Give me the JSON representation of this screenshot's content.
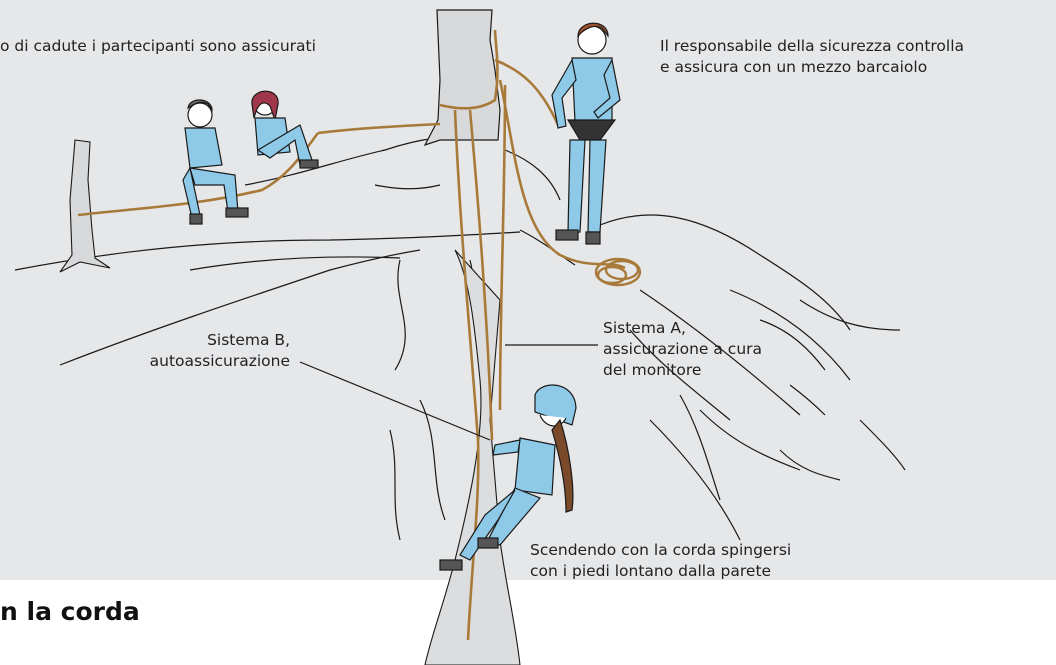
{
  "labels": {
    "top_left": "o di cadute i partecipanti sono assicurati",
    "top_right": [
      "Il responsabile della sicurezza controlla",
      "e assicura con un mezzo barcaiolo"
    ],
    "system_b": [
      "Sistema B,",
      "autoassicurazione"
    ],
    "system_a": [
      "Sistema A,",
      "assicurazione a cura",
      "del monitore"
    ],
    "bottom": [
      "Scendendo con la corda spingersi",
      "con i piedi lontano dalla parete"
    ]
  },
  "heading": "n la corda",
  "colors": {
    "background": "#e6e7e9",
    "rock": "#d8d9db",
    "clothing": "#8ec9e8",
    "rope": "#a87a3a",
    "line": "#1a1a1a"
  },
  "icons": [
    "tree-icon",
    "rock-pillar-icon",
    "rope-coil-icon",
    "person-icon",
    "climber-icon"
  ]
}
